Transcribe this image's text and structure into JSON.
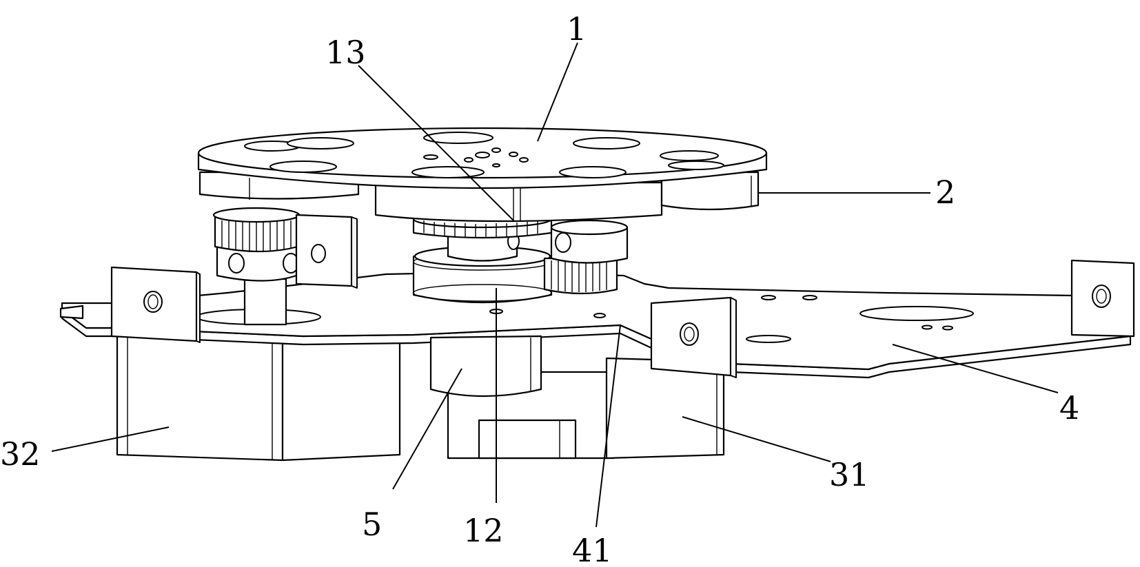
{
  "labels": {
    "l1": "1",
    "l2": "2",
    "l4": "4",
    "l5": "5",
    "l12": "12",
    "l13": "13",
    "l31": "31",
    "l32": "32",
    "l41": "41"
  }
}
